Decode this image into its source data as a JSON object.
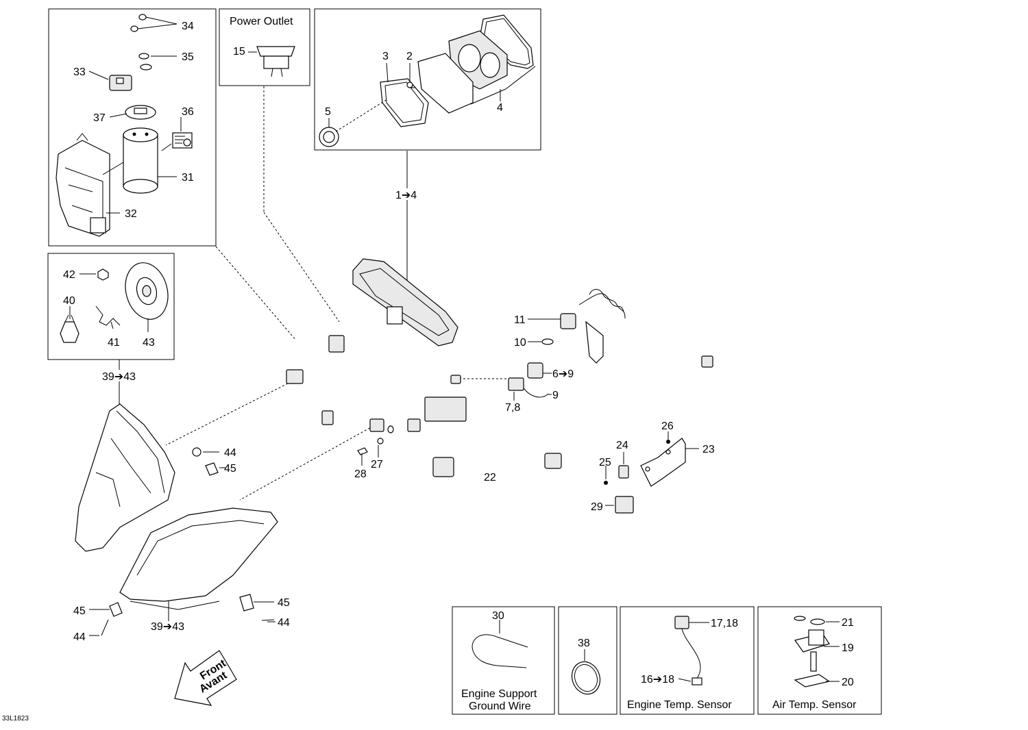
{
  "figure_code": "33L1823",
  "captions": {
    "power_outlet": "Power Outlet",
    "ground_wire_line1": "Engine Support",
    "ground_wire_line2": "Ground Wire",
    "engine_temp": "Engine Temp. Sensor",
    "air_temp": "Air Temp. Sensor"
  },
  "front_arrow": {
    "line1": "Front",
    "line2": "Avant"
  },
  "callouts": {
    "c34": "34",
    "c35": "35",
    "c33": "33",
    "c37": "37",
    "c36": "36",
    "c31": "31",
    "c32": "32",
    "c15": "15",
    "c3": "3",
    "c2": "2",
    "c5": "5",
    "c4": "4",
    "c1_4": "1➔4",
    "c42": "42",
    "c40": "40",
    "c41": "41",
    "c43": "43",
    "c39_43_top": "39➔43",
    "c11": "11",
    "c10": "10",
    "c6_9": "6➔9",
    "c9": "9",
    "c7_8": "7,8",
    "c44_top": "44",
    "c45_top": "45",
    "c28": "28",
    "c27": "27",
    "c22": "22",
    "c26": "26",
    "c23": "23",
    "c24": "24",
    "c25": "25",
    "c29": "29",
    "c45_l": "45",
    "c44_l": "44",
    "c39_43_bot": "39➔43",
    "c45_r": "45",
    "c44_r": "44",
    "c30": "30",
    "c38": "38",
    "c17_18": "17,18",
    "c16_18": "16➔18",
    "c21": "21",
    "c19": "19",
    "c20": "20"
  }
}
